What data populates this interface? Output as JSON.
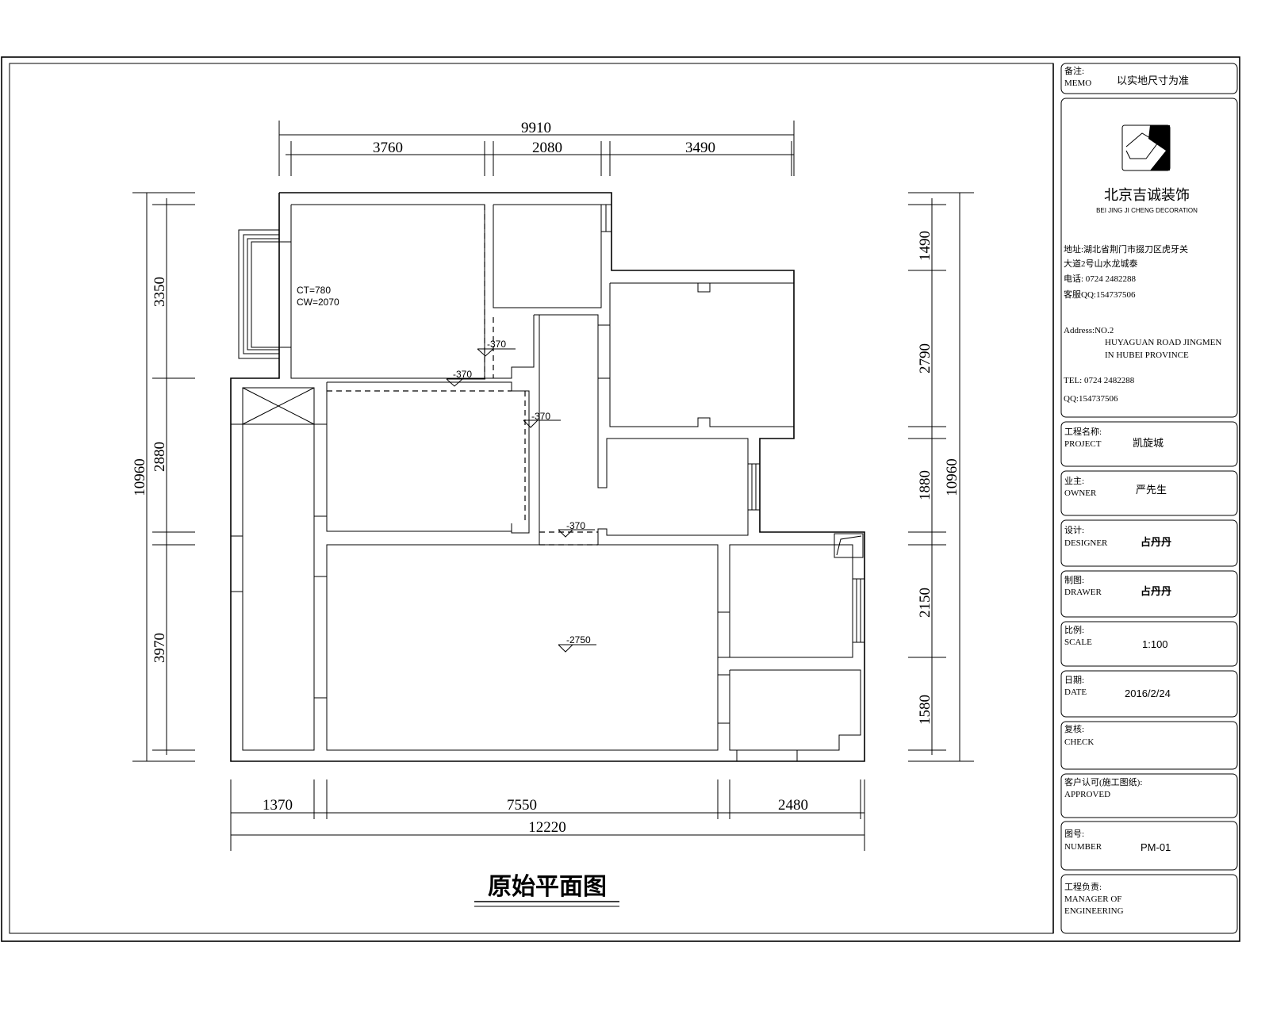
{
  "drawing": {
    "title": "原始平面图",
    "annotations": {
      "ct": "CT=780",
      "cw": "CW=2070"
    },
    "levels": [
      "-370",
      "-370",
      "-370",
      "-370",
      "-2750"
    ],
    "dimensions": {
      "top_total": "9910",
      "top": [
        "3760",
        "2080",
        "3490"
      ],
      "left_total": "10960",
      "left": [
        "3350",
        "2880",
        "3970"
      ],
      "right_total": "10960",
      "right": [
        "1490",
        "2790",
        "1880",
        "2150",
        "1580"
      ],
      "bottom": [
        "1370",
        "7550",
        "2480"
      ],
      "bottom_total": "12220"
    }
  },
  "title_block": {
    "memo_label": "备注:",
    "memo_label_en": "MEMO",
    "memo_value": "以实地尺寸为准",
    "company": "北京吉诚装饰",
    "company_en": "BEI JING JI CHENG DECORATION",
    "address_cn_1": "地址:湖北省荆门市掇刀区虎牙关",
    "address_cn_2": "大道2号山水龙城泰",
    "phone_cn": "电话: 0724 2482288",
    "qq_cn": "客服QQ:154737506",
    "address_en_1": "Address:NO.2",
    "address_en_2": "HUYAGUAN ROAD JINGMEN",
    "address_en_3": "IN HUBEI PROVINCE",
    "tel_en": "TEL: 0724 2482288",
    "qq_en": "QQ:154737506",
    "fields": [
      {
        "label": "工程名称:",
        "label_en": "PROJECT",
        "value": "凯旋城"
      },
      {
        "label": "业主:",
        "label_en": "OWNER",
        "value": "严先生"
      },
      {
        "label": "设计:",
        "label_en": "DESIGNER",
        "value": "占丹丹"
      },
      {
        "label": "制图:",
        "label_en": "DRAWER",
        "value": "占丹丹"
      },
      {
        "label": "比例:",
        "label_en": "SCALE",
        "value": "1:100"
      },
      {
        "label": "日期:",
        "label_en": "DATE",
        "value": "2016/2/24"
      },
      {
        "label": "复核:",
        "label_en": "CHECK",
        "value": ""
      },
      {
        "label": "客户认可(施工图纸):",
        "label_en": "APPROVED",
        "value": ""
      },
      {
        "label": "图号:",
        "label_en": "NUMBER",
        "value": "PM-01"
      },
      {
        "label": "工程负责:",
        "label_en": "MANAGER OF",
        "label_en2": "ENGINEERING",
        "value": ""
      }
    ]
  }
}
